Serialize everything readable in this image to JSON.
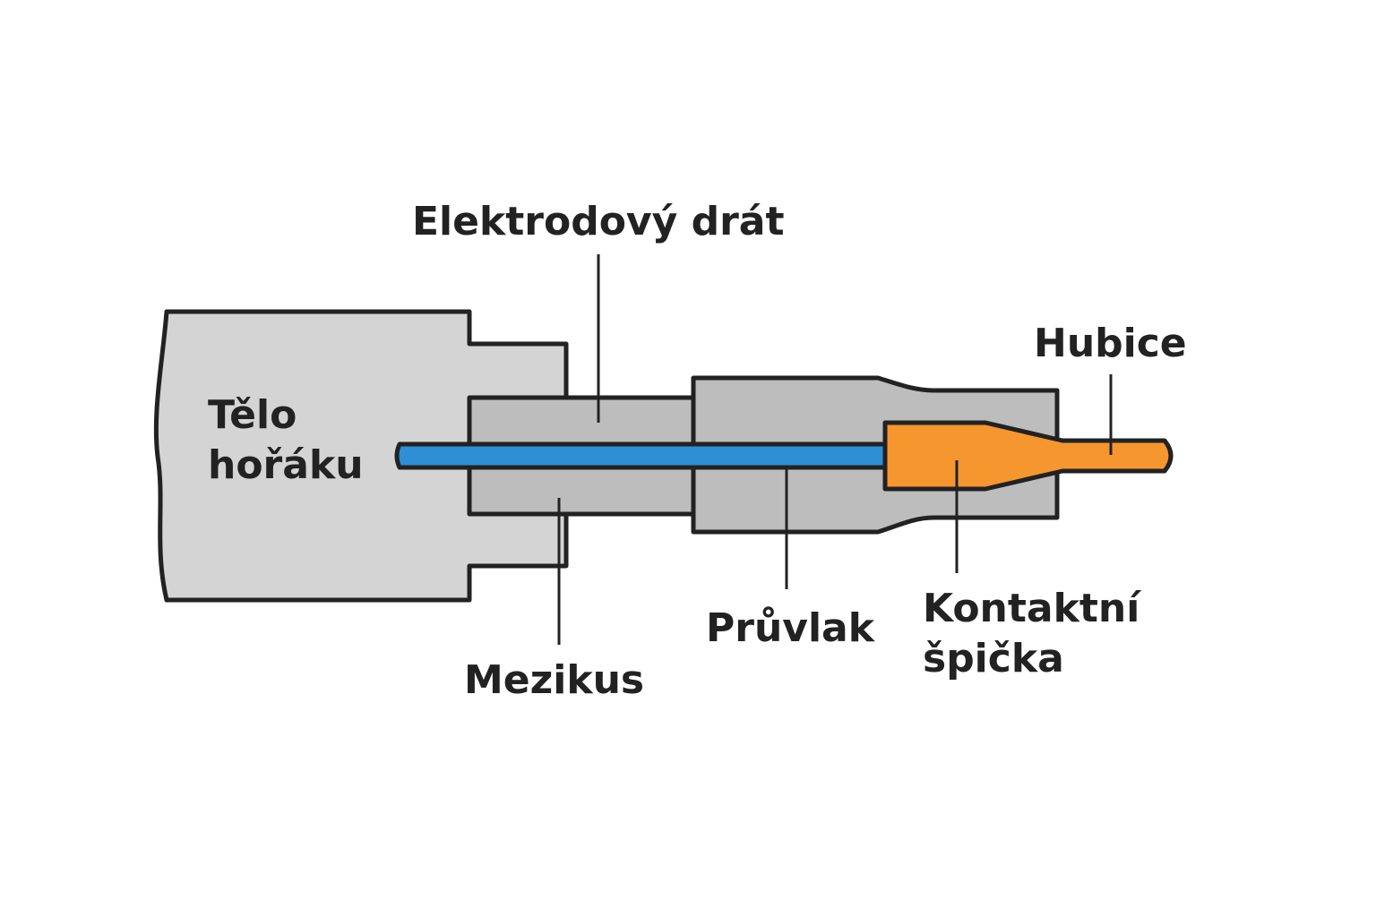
{
  "labels": {
    "body_line1": "Tělo",
    "body_line2": "hořáku",
    "wire": "Elektrodový drát",
    "adapter": "Mezikus",
    "liner": "Průvlak",
    "tip_line1": "Kontaktní",
    "tip_line2": "špička",
    "nozzle": "Hubice"
  },
  "colors": {
    "background": "#ffffff",
    "outline": "#222222",
    "torch_body": "#d4d4d4",
    "part_gray": "#bdbdbd",
    "wire": "#2f8fd6",
    "tip": "#f5962f",
    "text": "#222222"
  }
}
